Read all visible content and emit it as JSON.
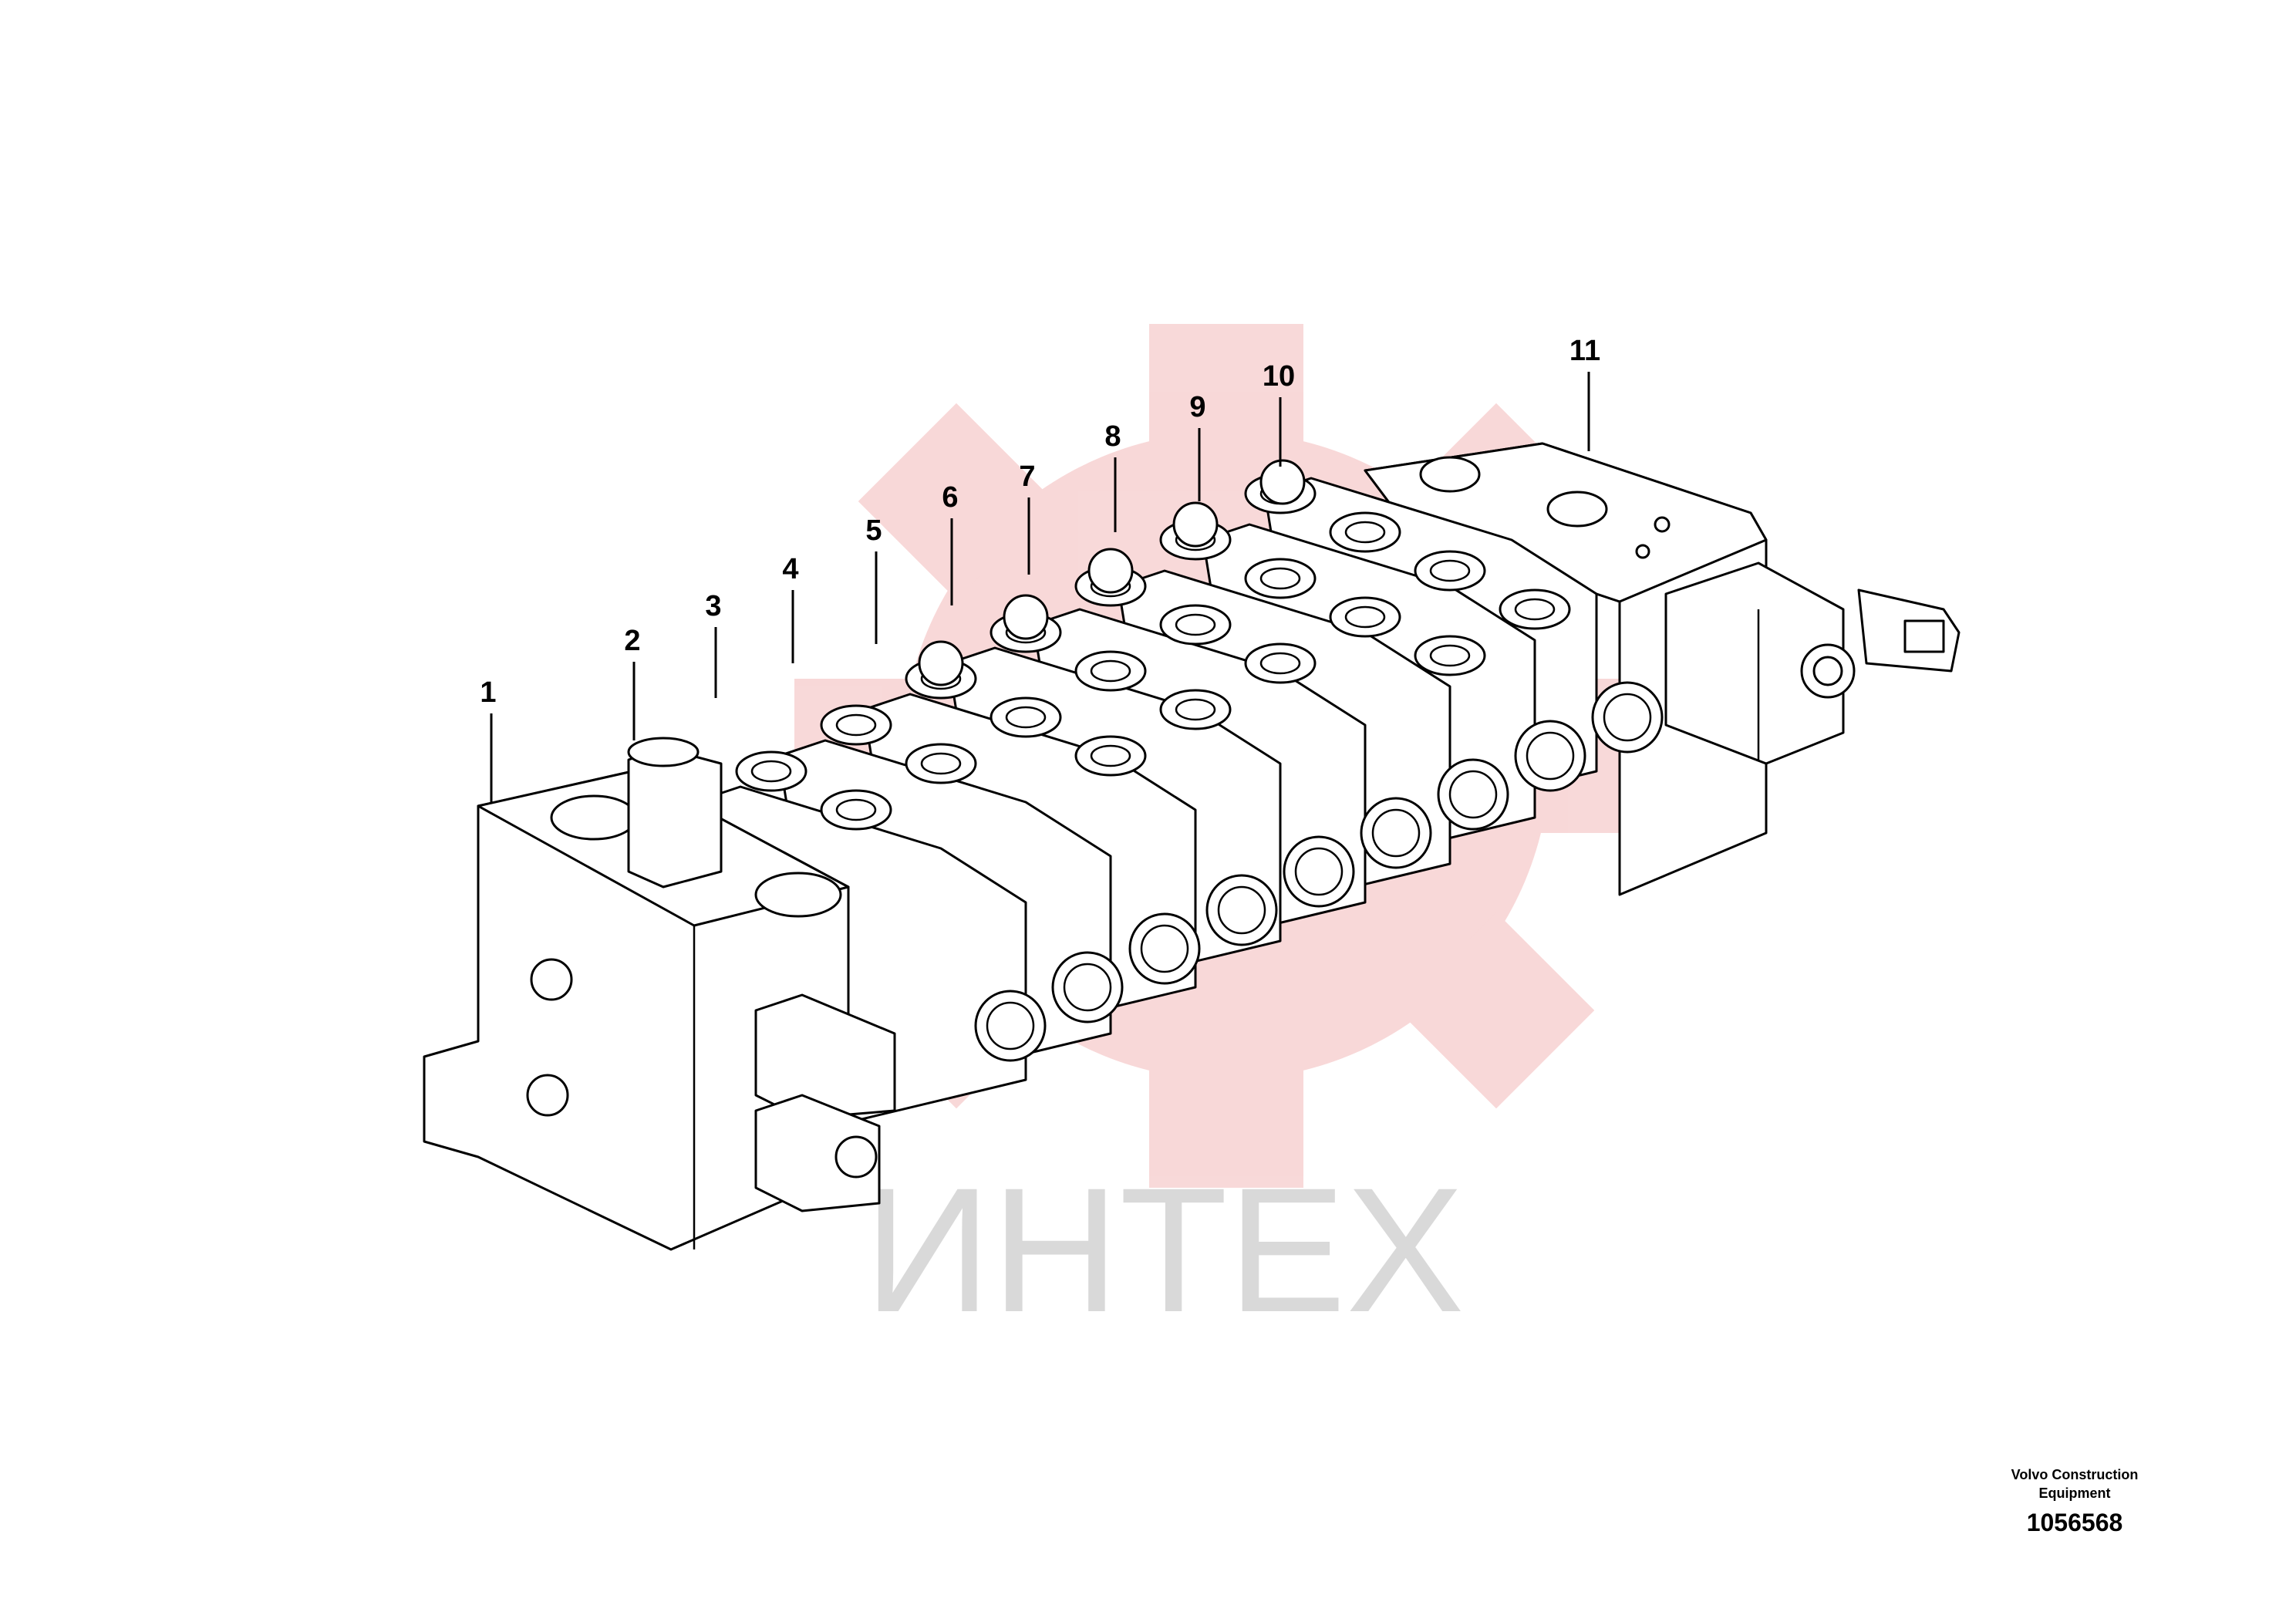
{
  "watermark": {
    "text": "ИНТЕХ",
    "color": "#f3b9b9"
  },
  "callouts": [
    "1",
    "2",
    "3",
    "4",
    "5",
    "6",
    "7",
    "8",
    "9",
    "10",
    "11"
  ],
  "credit": {
    "maker": "Volvo Construction Equipment",
    "number": "1056568"
  }
}
